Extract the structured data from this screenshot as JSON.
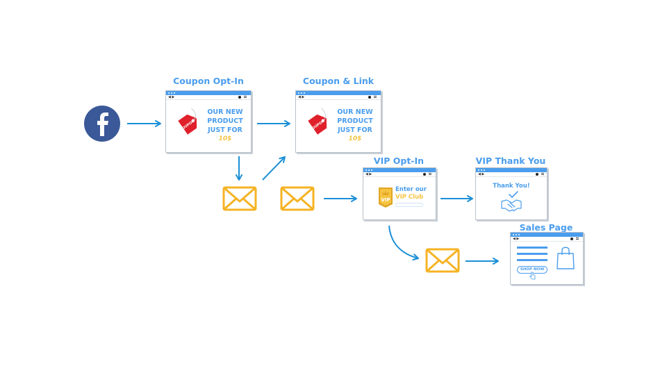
{
  "nodes": {
    "coupon_optin": {
      "title": "Coupon Opt-In",
      "promo_lines": [
        "OUR NEW",
        "PRODUCT",
        "JUST FOR"
      ],
      "price": "10$",
      "tag_text": "COUPON"
    },
    "coupon_link": {
      "title": "Coupon & Link",
      "promo_lines": [
        "OUR NEW",
        "PRODUCT",
        "JUST FOR"
      ],
      "price": "10$",
      "tag_text": "COUPON"
    },
    "vip_optin": {
      "title": "VIP Opt-In",
      "badge_text": "VIP",
      "line1": "Enter our",
      "line2": "VIP Club"
    },
    "vip_thankyou": {
      "title": "VIP Thank You",
      "message": "Thank You!"
    },
    "sales_page": {
      "title": "Sales Page",
      "button": "SHOP NOW"
    }
  },
  "colors": {
    "accent_blue": "#4a9ded",
    "arrow_blue": "#1a8fd6",
    "email_yellow": "#f5b324",
    "facebook_blue": "#3b5998",
    "coupon_red": "#e0202b",
    "price_yellow": "#f6c442"
  },
  "icons": [
    "facebook-icon",
    "email-icon",
    "coupon-tag-icon",
    "vip-badge-icon",
    "handshake-icon",
    "shopping-bag-icon",
    "pointer-hand-icon"
  ]
}
